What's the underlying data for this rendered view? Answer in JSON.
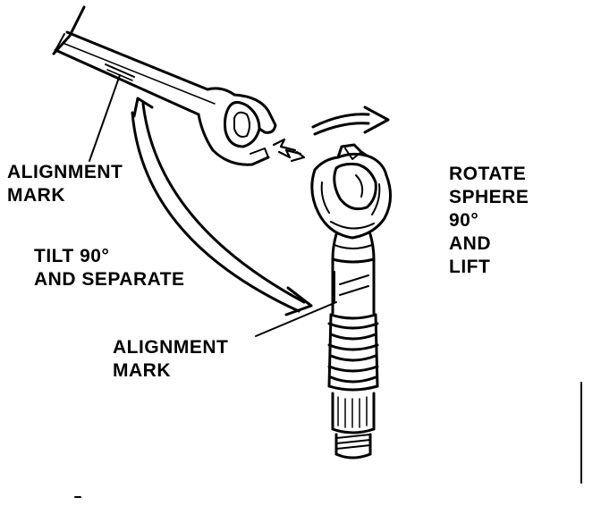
{
  "labels": {
    "alignment_mark_top": [
      "ALIGNMENT",
      "MARK"
    ],
    "tilt": [
      "TILT 90°",
      "AND SEPARATE"
    ],
    "rotate": [
      "ROTATE",
      "SPHERE",
      "90°",
      "AND",
      "LIFT"
    ],
    "alignment_mark_bottom": [
      "ALIGNMENT",
      "MARK"
    ]
  }
}
